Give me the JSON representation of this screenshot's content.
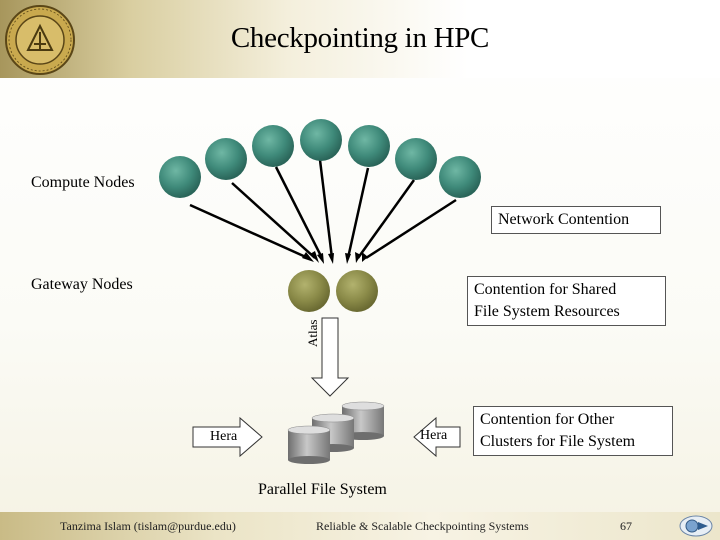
{
  "title": "Checkpointing in HPC",
  "logo": {
    "name": "purdue-university-seal",
    "text": "PURDUE UNIVERSITY"
  },
  "labels": {
    "compute_nodes": "Compute Nodes",
    "gateway_nodes": "Gateway Nodes",
    "network_contention": "Network Contention",
    "shared_fs_contention": [
      "Contention for Shared",
      "File System Resources"
    ],
    "other_clusters_contention": [
      "Contention for Other",
      "Clusters for File System"
    ],
    "atlas": "Atlas",
    "hera_left": "Hera",
    "hera_right": "Hera",
    "parallel_fs": "Parallel File System"
  },
  "footer": {
    "author": "Tanzima Islam (tislam@purdue.edu)",
    "talk_title": "Reliable & Scalable Checkpointing Systems",
    "page_number": "67"
  },
  "colors": {
    "compute_node": "#3f8a7a",
    "gateway_node": "#8a8a48",
    "storage_disk": "#9a9a9a",
    "arrow_fill": "#ffffff",
    "line": "#000000"
  },
  "icons": [
    "navigation-icon"
  ]
}
